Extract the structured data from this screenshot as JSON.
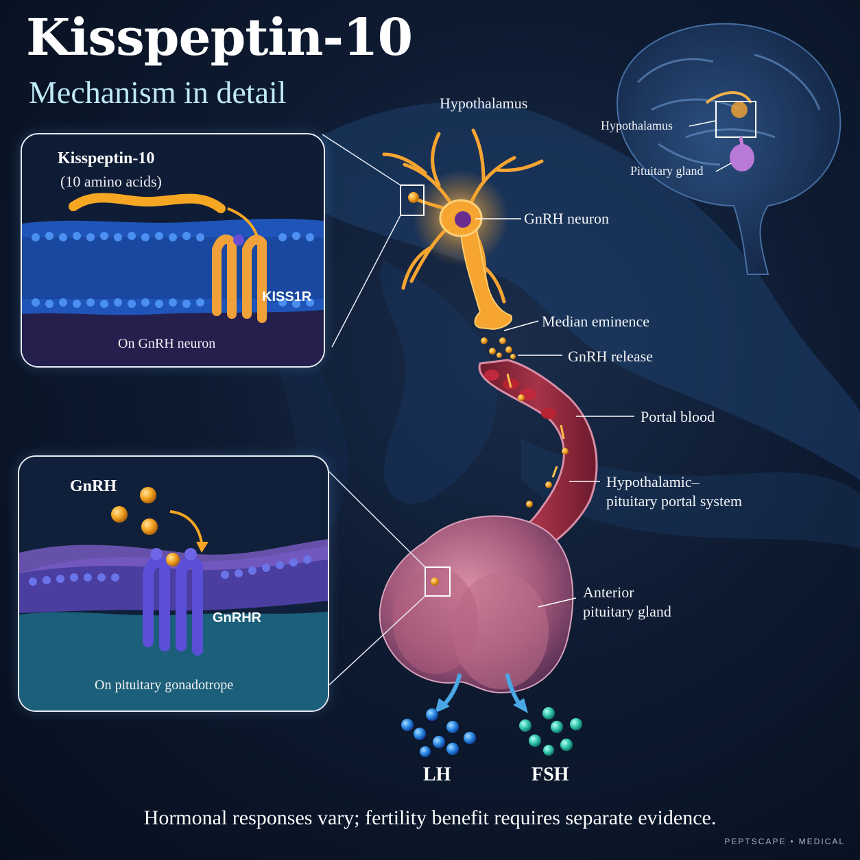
{
  "title": "Kisspeptin-10",
  "subtitle": "Mechanism in detail",
  "labels": {
    "hypothalamus_main": "Hypothalamus",
    "hypothalamus_brain": "Hypothalamus",
    "pituitary_brain": "Pituitary gland",
    "gnrh_neuron": "GnRH neuron",
    "median_eminence": "Median eminence",
    "gnrh_release": "GnRH release",
    "portal_blood": "Portal blood",
    "portal_system_line1": "Hypothalamic–",
    "portal_system_line2": "pituitary portal system",
    "anterior_line1": "Anterior",
    "anterior_line2": "pituitary gland",
    "lh": "LH",
    "fsh": "FSH"
  },
  "inset_top": {
    "title": "Kisspeptin-10",
    "subtitle": "(10 amino acids)",
    "receptor": "KISS1R",
    "caption": "On GnRH neuron"
  },
  "inset_bottom": {
    "title": "GnRH",
    "receptor": "GnRHR",
    "caption": "On pituitary gonadotrope"
  },
  "footer": "Hormonal responses vary; fertility benefit requires separate evidence.",
  "brand": {
    "left": "PEPTSCAPE",
    "right": "MEDICAL"
  },
  "colors": {
    "background": "#0d1a30",
    "neuron": "#f6a531",
    "gnrh_particle": "#f5a623",
    "lh_particle": "#2f8ee8",
    "fsh_particle": "#35c9b0",
    "vessel": "#8c2438",
    "pituitary": "#b0607e",
    "membrane_top": "#2a63c9",
    "membrane_bottom": "#5a3fb0",
    "receptor_kiss1r": "#f0a13a",
    "receptor_gnrhr": "#5a4fd6"
  }
}
